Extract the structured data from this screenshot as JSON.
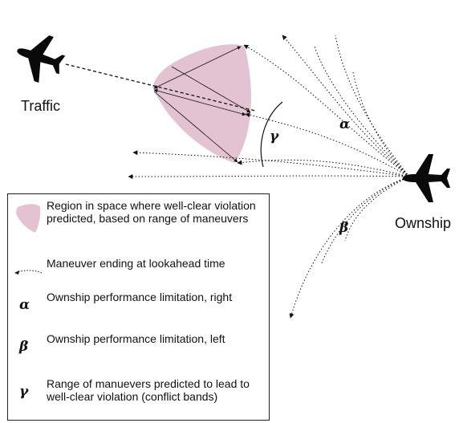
{
  "labels": {
    "traffic": "Traffic",
    "ownship": "Ownship",
    "alpha": "α",
    "beta": "β",
    "gamma": "γ"
  },
  "legend": {
    "region": "Region in space where well-clear violation predicted, based on range of maneuvers",
    "maneuver": "Maneuver ending at lookahead time",
    "alpha_symbol": "α",
    "alpha": "Ownship performance limitation, right",
    "beta_symbol": "β",
    "beta": "Ownship performance limitation, left",
    "gamma_symbol": "γ",
    "gamma": "Range of manuevers predicted to lead to well-clear violation (conflict bands)"
  },
  "colors": {
    "region_fill": "#e3c3d1",
    "aircraft": "#0a0a0a",
    "line": "#111111"
  },
  "icons": {
    "traffic": "airplane-icon",
    "ownship": "airplane-icon"
  }
}
